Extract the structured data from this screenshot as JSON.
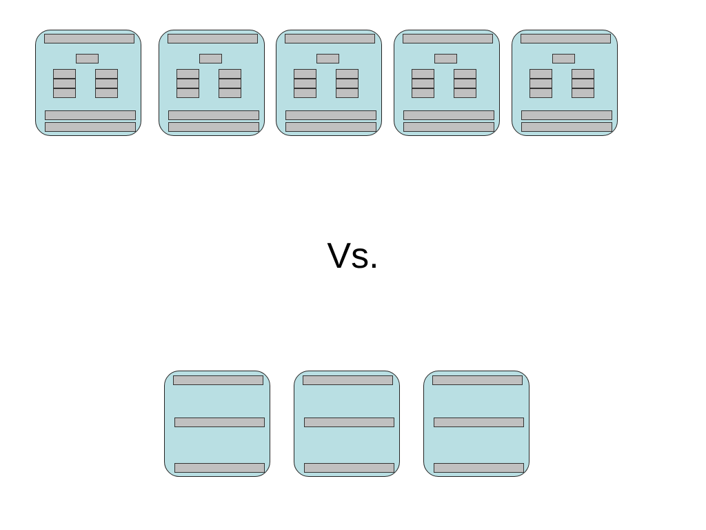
{
  "slide": {
    "separator_text": "Vs."
  },
  "colors": {
    "card_fill": "#b9dfe3",
    "bar_fill": "#c0c0c0",
    "outline": "#333333"
  },
  "groups": [
    {
      "name": "top-row",
      "card_count": 5,
      "card_style": "detailed"
    },
    {
      "name": "bottom-row",
      "card_count": 3,
      "card_style": "simple"
    }
  ]
}
